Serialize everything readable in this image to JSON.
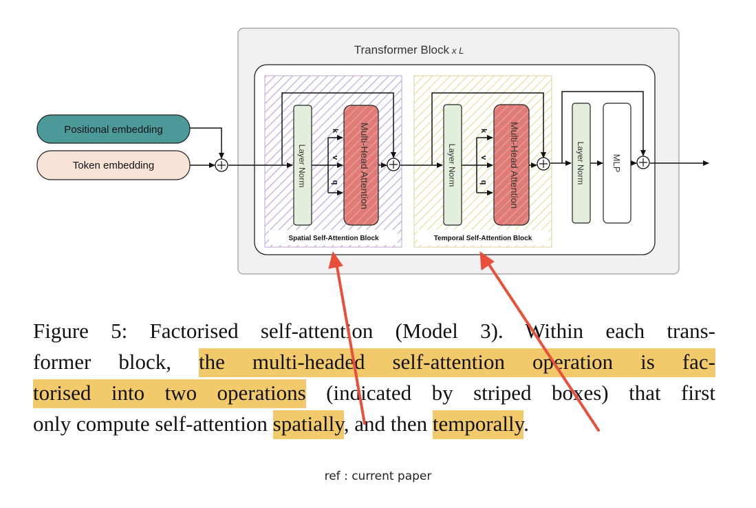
{
  "diagram": {
    "block_title": "Transformer Block",
    "block_multiplier": "x L",
    "inputs": {
      "positional": "Positional embedding",
      "token": "Token embedding"
    },
    "spatial": {
      "title": "Spatial Self-Attention Block",
      "layer_norm": "Layer Norm",
      "attention": "Multi-Head Attention",
      "k": "k",
      "v": "v",
      "q": "q"
    },
    "temporal": {
      "title": "Temporal Self-Attention Block",
      "layer_norm": "Layer Norm",
      "attention": "Multi-Head Attention",
      "k": "k",
      "v": "v",
      "q": "q"
    },
    "mlp_stage": {
      "layer_norm": "Layer Norm",
      "mlp": "MLP"
    },
    "colors": {
      "positional_fill": "#4b9a99",
      "token_fill": "#f8e3d6",
      "spatial_stripe": "#cbb8dd",
      "temporal_stripe": "#ece3b2",
      "layer_norm_fill": "#e3efdc",
      "attention_fill": "#e07c77",
      "annotation_arrow": "#e9503c"
    }
  },
  "caption": {
    "line1": "Figure 5: Factorised self-attention (Model 3).  Within each trans-",
    "line2_plain": "former block, ",
    "line2_hl": "the multi-headed self-attention operation is fac-",
    "line3_hl": "torised into two operations",
    "line3_plain": " (indicated by striped boxes) that first",
    "line4_plain1": "only compute self-attention ",
    "line4_hl1": "spatially",
    "line4_plain2": ", and then ",
    "line4_hl2": "temporally",
    "line4_plain3": ".",
    "highlight_color": "#f2c96b"
  },
  "ref": "ref : current paper"
}
